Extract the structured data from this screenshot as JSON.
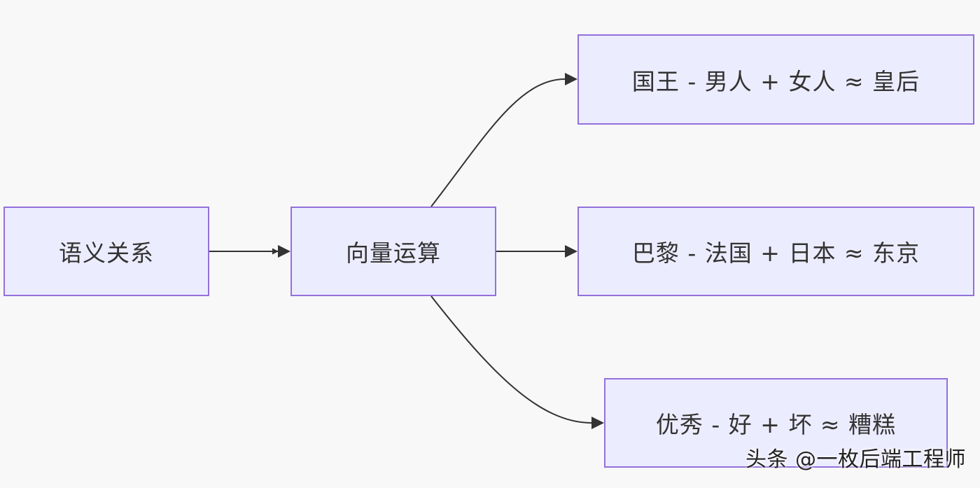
{
  "diagram": {
    "nodes": {
      "semantic": "语义关系",
      "vector": "向量运算",
      "king": "国王 - 男人 + 女人 ≈ 皇后",
      "paris": "巴黎 - 法国 + 日本 ≈ 东京",
      "good": "优秀 - 好 + 坏 ≈ 糟糕"
    },
    "edges": [
      {
        "from": "语义关系",
        "to": "向量运算"
      },
      {
        "from": "向量运算",
        "to": "国王 - 男人 + 女人 ≈ 皇后"
      },
      {
        "from": "向量运算",
        "to": "巴黎 - 法国 + 日本 ≈ 东京"
      },
      {
        "from": "向量运算",
        "to": "优秀 - 好 + 坏 ≈ 糟糕"
      }
    ],
    "colors": {
      "node_fill": "#ececff",
      "node_border": "#9370db",
      "edge": "#333333",
      "background": "#f8f8f8"
    }
  },
  "watermark": "头条 @一枚后端工程师"
}
